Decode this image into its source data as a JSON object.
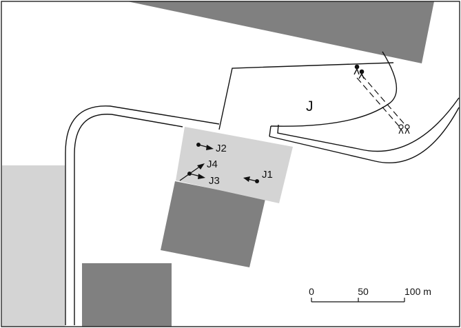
{
  "map": {
    "area_label": "J",
    "colors": {
      "building": "#808080",
      "square": "#d4d4d4",
      "paper": "#ffffff",
      "line": "#111111"
    },
    "viewpoints": [
      {
        "id": "j1",
        "label": "J1",
        "direction": "west"
      },
      {
        "id": "j2",
        "label": "J2",
        "direction": "east"
      },
      {
        "id": "j3",
        "label": "J3",
        "direction": "east"
      },
      {
        "id": "j4",
        "label": "J4",
        "direction": "northeast"
      }
    ],
    "pedestrian_crossing": {
      "icon": "pedestrian-figures-icon"
    },
    "scale_bar": {
      "labels": [
        "0",
        "50",
        "100 m"
      ],
      "max_meters": 100
    }
  }
}
